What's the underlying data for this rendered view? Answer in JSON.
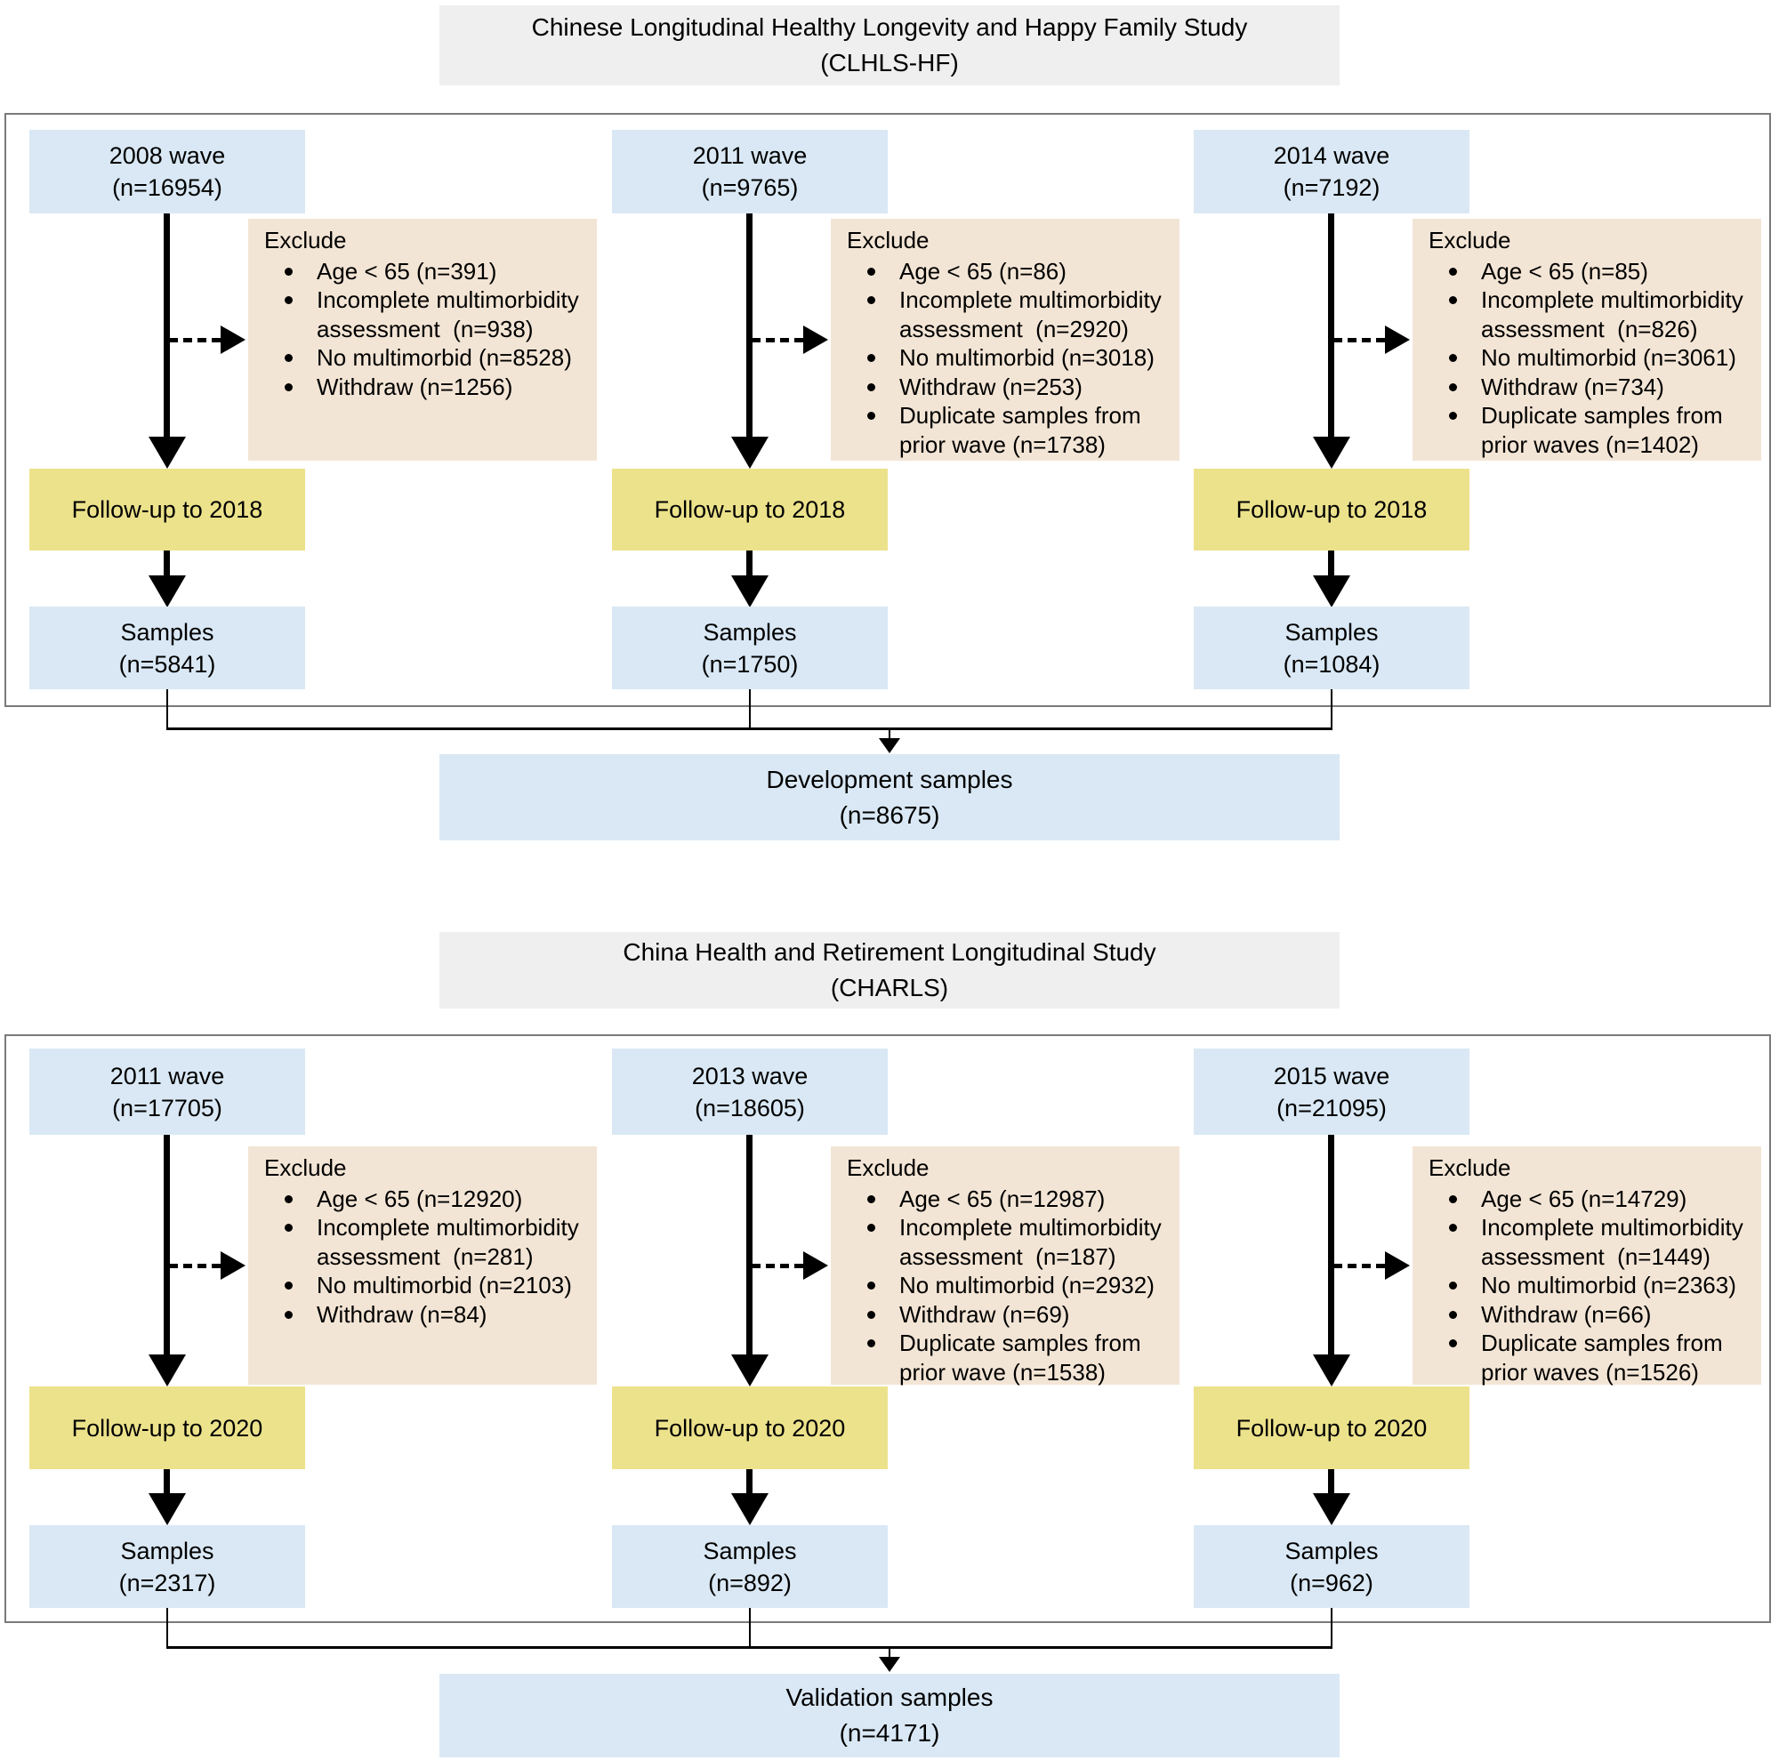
{
  "colors": {
    "blue_box": "#d9e8f4",
    "tan_box": "#f3e5d5",
    "yellow_box": "#ece28b",
    "title_band": "#efefef",
    "panel_border": "#7a7a7a",
    "line": "#000000"
  },
  "sections": [
    {
      "title_line1": "Chinese Longitudinal Healthy Longevity and Happy Family Study",
      "title_line2": "(CLHLS-HF)",
      "result_line1": "Development samples",
      "result_line2": "(n=8675)",
      "columns": [
        {
          "wave_line1": "2008 wave",
          "wave_line2": "(n=16954)",
          "exclude_title": "Exclude",
          "exclude_items": [
            "Age < 65 (n=391)",
            "Incomplete multimorbidity assessment  (n=938)",
            "No multimorbid (n=8528)",
            "Withdraw (n=1256)"
          ],
          "followup": "Follow-up to 2018",
          "samples_line1": "Samples",
          "samples_line2": "(n=5841)"
        },
        {
          "wave_line1": "2011 wave",
          "wave_line2": "(n=9765)",
          "exclude_title": "Exclude",
          "exclude_items": [
            "Age < 65 (n=86)",
            "Incomplete multimorbidity assessment  (n=2920)",
            "No multimorbid (n=3018)",
            "Withdraw (n=253)",
            "Duplicate samples from prior wave (n=1738)"
          ],
          "followup": "Follow-up to 2018",
          "samples_line1": "Samples",
          "samples_line2": "(n=1750)"
        },
        {
          "wave_line1": "2014 wave",
          "wave_line2": "(n=7192)",
          "exclude_title": "Exclude",
          "exclude_items": [
            "Age < 65 (n=85)",
            "Incomplete multimorbidity assessment  (n=826)",
            "No multimorbid (n=3061)",
            "Withdraw (n=734)",
            "Duplicate samples from prior waves (n=1402)"
          ],
          "followup": "Follow-up to 2018",
          "samples_line1": "Samples",
          "samples_line2": "(n=1084)"
        }
      ]
    },
    {
      "title_line1": "China Health and Retirement Longitudinal Study",
      "title_line2": "(CHARLS)",
      "result_line1": "Validation samples",
      "result_line2": "(n=4171)",
      "columns": [
        {
          "wave_line1": "2011 wave",
          "wave_line2": "(n=17705)",
          "exclude_title": "Exclude",
          "exclude_items": [
            "Age < 65 (n=12920)",
            "Incomplete multimorbidity assessment  (n=281)",
            "No multimorbid (n=2103)",
            "Withdraw (n=84)"
          ],
          "followup": "Follow-up to 2020",
          "samples_line1": "Samples",
          "samples_line2": "(n=2317)"
        },
        {
          "wave_line1": "2013 wave",
          "wave_line2": "(n=18605)",
          "exclude_title": "Exclude",
          "exclude_items": [
            "Age < 65 (n=12987)",
            "Incomplete multimorbidity assessment  (n=187)",
            "No multimorbid (n=2932)",
            "Withdraw (n=69)",
            "Duplicate samples from prior wave (n=1538)"
          ],
          "followup": "Follow-up to 2020",
          "samples_line1": "Samples",
          "samples_line2": "(n=892)"
        },
        {
          "wave_line1": "2015 wave",
          "wave_line2": "(n=21095)",
          "exclude_title": "Exclude",
          "exclude_items": [
            "Age < 65 (n=14729)",
            "Incomplete multimorbidity assessment  (n=1449)",
            "No multimorbid (n=2363)",
            "Withdraw (n=66)",
            "Duplicate samples from prior waves (n=1526)"
          ],
          "followup": "Follow-up to 2020",
          "samples_line1": "Samples",
          "samples_line2": "(n=962)"
        }
      ]
    }
  ]
}
